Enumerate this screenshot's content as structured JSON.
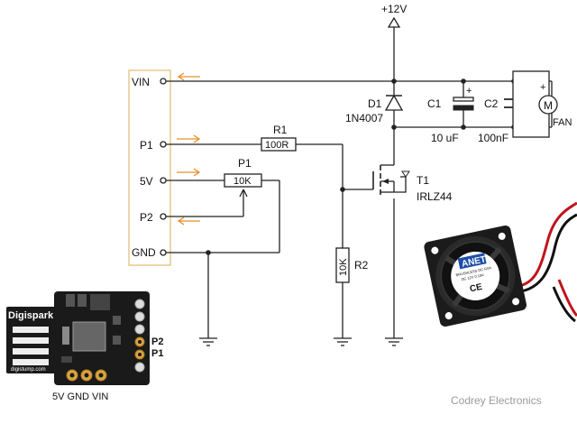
{
  "header": {
    "supply_label": "+12V"
  },
  "mcu_pins": {
    "vin": "VIN",
    "p1": "P1",
    "v5": "5V",
    "p2": "P2",
    "gnd": "GND"
  },
  "components": {
    "r1": {
      "ref": "R1",
      "value": "100R"
    },
    "p1_pot": {
      "ref": "P1",
      "value": "10K"
    },
    "d1": {
      "ref": "D1",
      "value": "1N4007"
    },
    "c1": {
      "ref": "C1",
      "value": "10 uF"
    },
    "c2": {
      "ref": "C2",
      "value": "100nF"
    },
    "t1": {
      "ref": "T1",
      "value": "IRLZ44"
    },
    "r2": {
      "ref": "R2",
      "value": "10K"
    },
    "motor": {
      "symbol": "M",
      "label": "FAN",
      "plus": "+"
    },
    "cap_plus": "+"
  },
  "board": {
    "name": "Digispark",
    "site": "digistump.com",
    "pin_p2": "P2",
    "pin_p1": "P1",
    "bottom_pins": "5V GND VIN"
  },
  "fan_photo": {
    "brand": "ANET",
    "model": "BRUSHLESS DC FAN",
    "rating": "DC 12V 0.10A",
    "mark": "CE"
  },
  "watermark": "Codrey Electronics",
  "colors": {
    "arrow": "#e8902a",
    "panel_border": "#e9c98a",
    "board": "#1a1a1a",
    "gold": "#d9a441"
  }
}
